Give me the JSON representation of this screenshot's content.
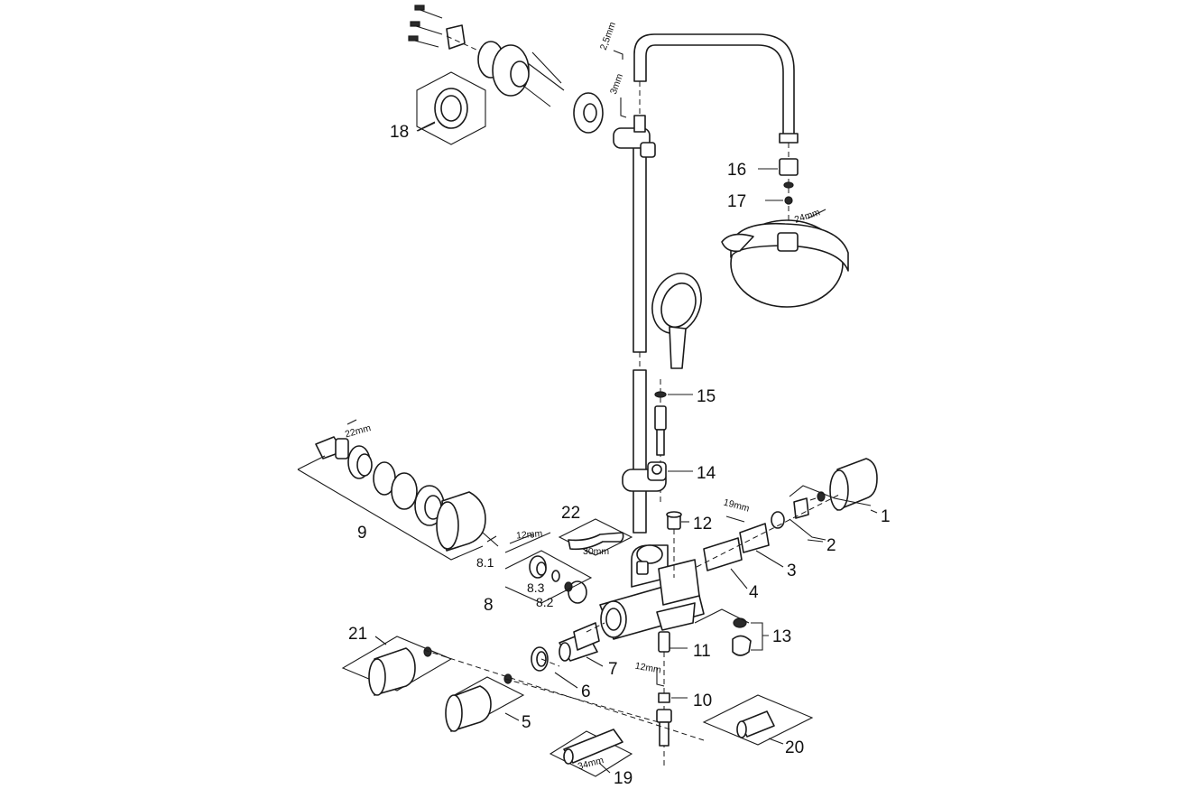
{
  "callouts": {
    "p1": "1",
    "p2": "2",
    "p3": "3",
    "p4": "4",
    "p5": "5",
    "p6": "6",
    "p7": "7",
    "p8": "8",
    "p8_1": "8.1",
    "p8_2": "8.2",
    "p8_3": "8.3",
    "p9": "9",
    "p10": "10",
    "p11": "11",
    "p12": "12",
    "p13": "13",
    "p14": "14",
    "p15": "15",
    "p16": "16",
    "p17": "17",
    "p18": "18",
    "p19": "19",
    "p20": "20",
    "p21": "21",
    "p22": "22"
  },
  "tools": {
    "t1": "2,5mm",
    "t2": "3mm",
    "t3": "24mm",
    "t4": "22mm",
    "t5": "19mm",
    "t6": "12mm",
    "t7": "30mm",
    "t8": "12mm",
    "t9": "34mm"
  }
}
